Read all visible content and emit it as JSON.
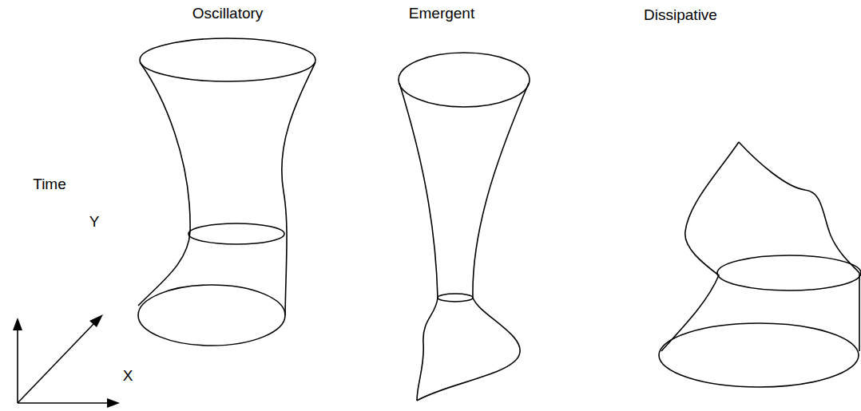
{
  "diagram": {
    "labels": [
      "Oscillatory",
      "Emergent",
      "Dissipative",
      "Time",
      "Y",
      "X"
    ]
  }
}
